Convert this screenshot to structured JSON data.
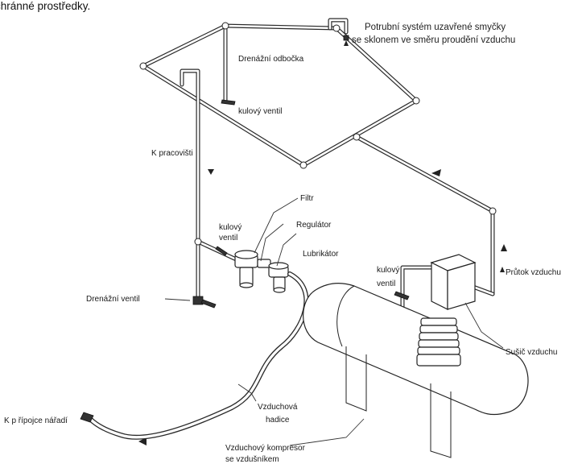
{
  "header_fragment": "chránné prostředky.",
  "title": {
    "line1": "Potrubní systém uzavřené smyčky",
    "line2": "se sklonem ve směru proudění vzduchu"
  },
  "labels": {
    "drain_branch": "Drenážní odbočka",
    "ball_valve_top": "kulový ventil",
    "to_workplace": "K pracovišti",
    "filter": "Filtr",
    "ball_valve_left_line1": "kulový",
    "ball_valve_left_line2": "ventil",
    "regulator": "Regulátor",
    "lubricator": "Lubrikátor",
    "drain_valve": "Drenážní ventil",
    "ball_valve_right_line1": "kulový",
    "ball_valve_right_line2": "ventil",
    "air_flow": "Průtok vzduchu",
    "air_dryer": "Sušič vzduchu",
    "air_hose_line1": "Vzduchová",
    "air_hose_line2": "hadice",
    "tool_connection": "K p  řípojce nářadí",
    "compressor_line1": "Vzduchový kompresor",
    "compressor_line2": "se vzdušníkem"
  }
}
